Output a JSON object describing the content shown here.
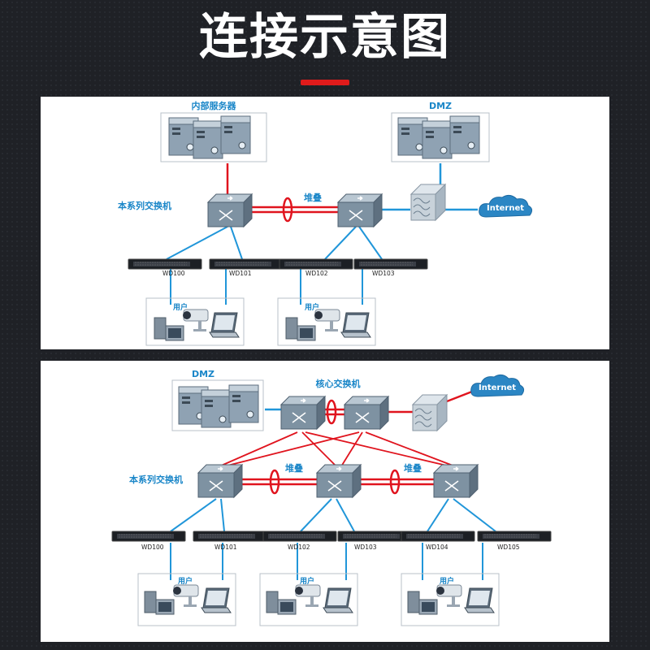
{
  "title": "连接示意图",
  "diagram1": {
    "server_group_label": "内部服务器",
    "dmz_label": "DMZ",
    "switch_label": "本系列交换机",
    "stack_label": "堆叠",
    "internet_label": "Internet",
    "user_labels": [
      "用户",
      "用户"
    ],
    "devices": [
      "WD100",
      "WD101",
      "WD102",
      "WD103"
    ]
  },
  "diagram2": {
    "dmz_label": "DMZ",
    "core_label": "核心交换机",
    "switch_label": "本系列交换机",
    "stack_labels": [
      "堆叠",
      "堆叠"
    ],
    "internet_label": "Internet",
    "user_labels": [
      "用户",
      "用户",
      "用户"
    ],
    "devices": [
      "WD100",
      "WD101",
      "WD102",
      "WD103",
      "WD104",
      "WD105"
    ]
  },
  "colors": {
    "link_blue": "#2196d9",
    "link_red": "#e0141e",
    "accent": "#e01b1b",
    "label_blue": "#1a86c8"
  }
}
